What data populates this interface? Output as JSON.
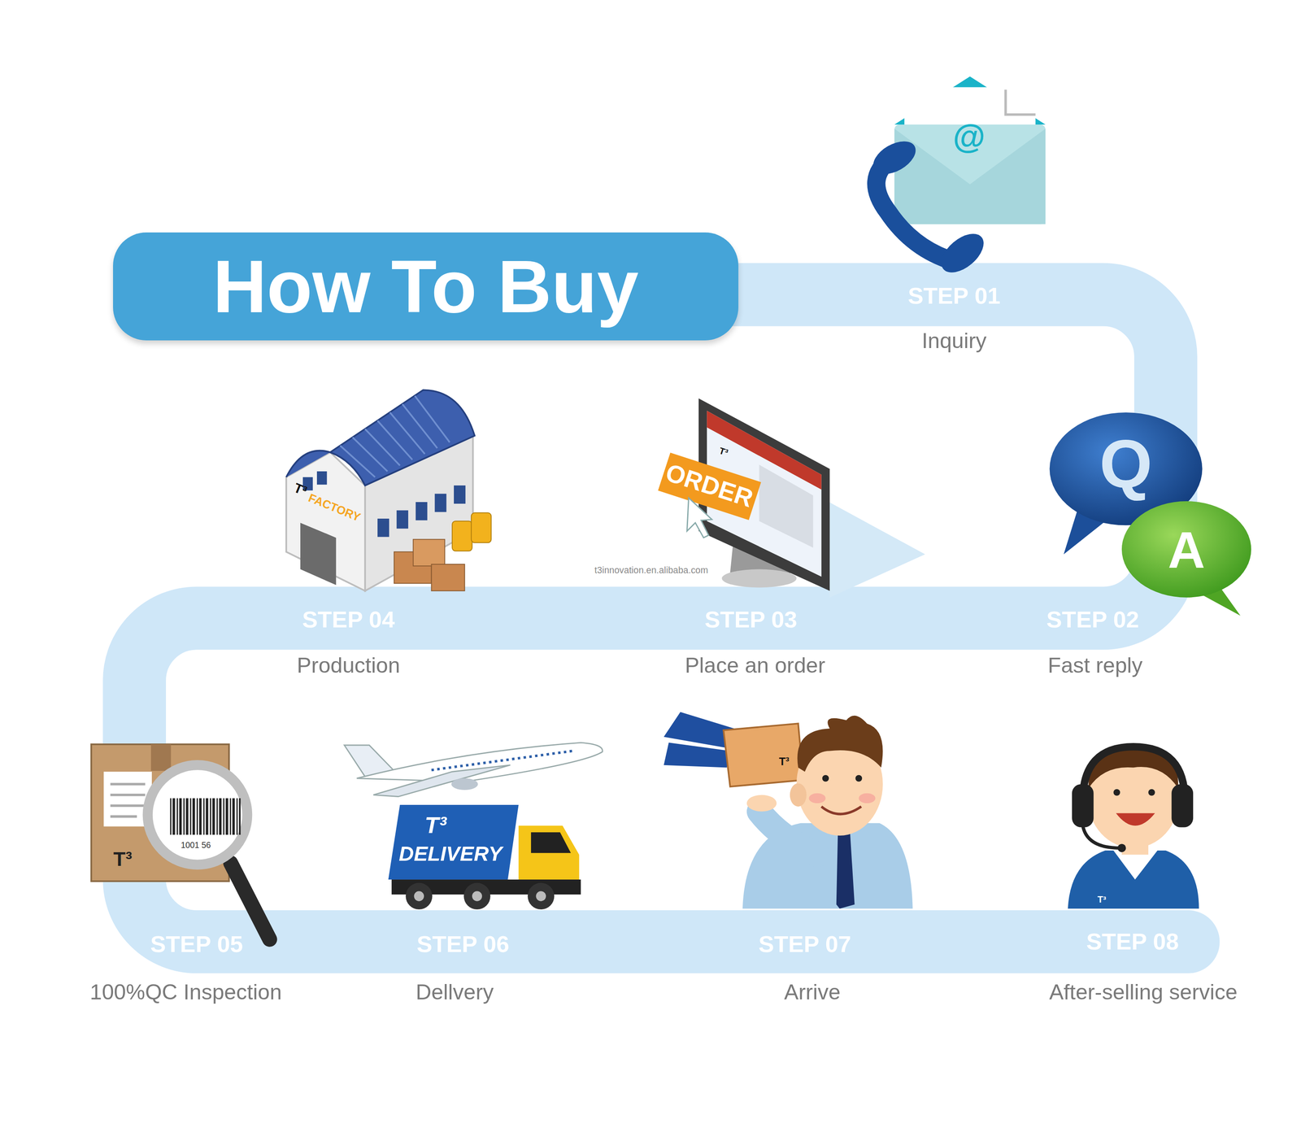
{
  "diagram": {
    "title": "How To Buy",
    "labels": [
      "@",
      "STEP 01",
      "Inquiry",
      "Q",
      "A",
      "T³",
      "ORDER",
      "T³",
      "FACTORY",
      "t3innovation.en.alibaba.com",
      "STEP 04",
      "Production",
      "STEP 03",
      "Place an order",
      "STEP 02",
      "Fast reply",
      "T³",
      "1001 56",
      "T³",
      "DELIVERY",
      "T³",
      "T³",
      "STEP 05",
      "100%QC Inspection",
      "STEP 06",
      "Dellvery",
      "STEP 07",
      "Arrive",
      "STEP 08",
      "After-selling service"
    ]
  }
}
